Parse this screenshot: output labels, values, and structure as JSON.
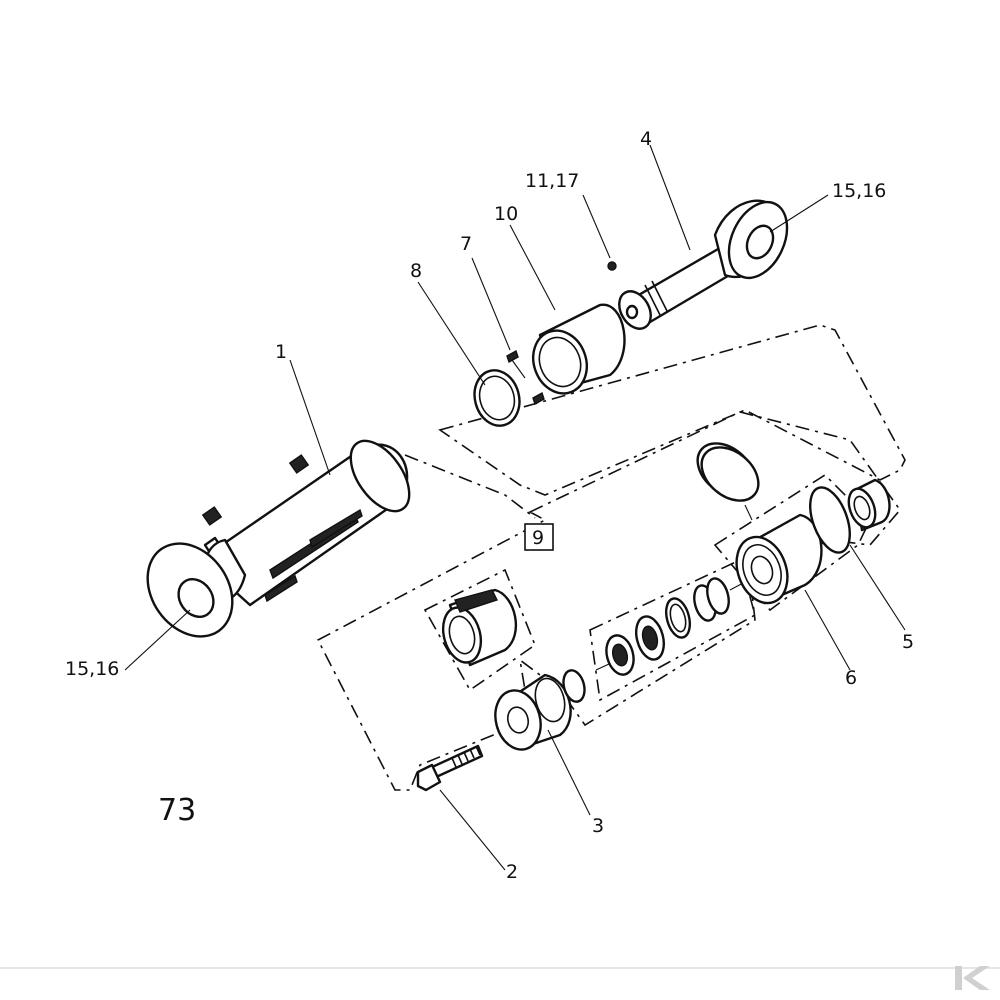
{
  "callouts": {
    "c1": "1",
    "c2": "2",
    "c3": "3",
    "c4": "4",
    "c5": "5",
    "c6": "6",
    "c7": "7",
    "c8": "8",
    "c9": "9",
    "c10": "10",
    "c11_17": "11,17",
    "c15_16_top": "15,16",
    "c15_16_left": "15,16"
  },
  "page_number": "73",
  "colors": {
    "ink": "#111111",
    "paper": "#ffffff",
    "watermark": "#d0d0d0"
  },
  "watermark_logo": "K"
}
